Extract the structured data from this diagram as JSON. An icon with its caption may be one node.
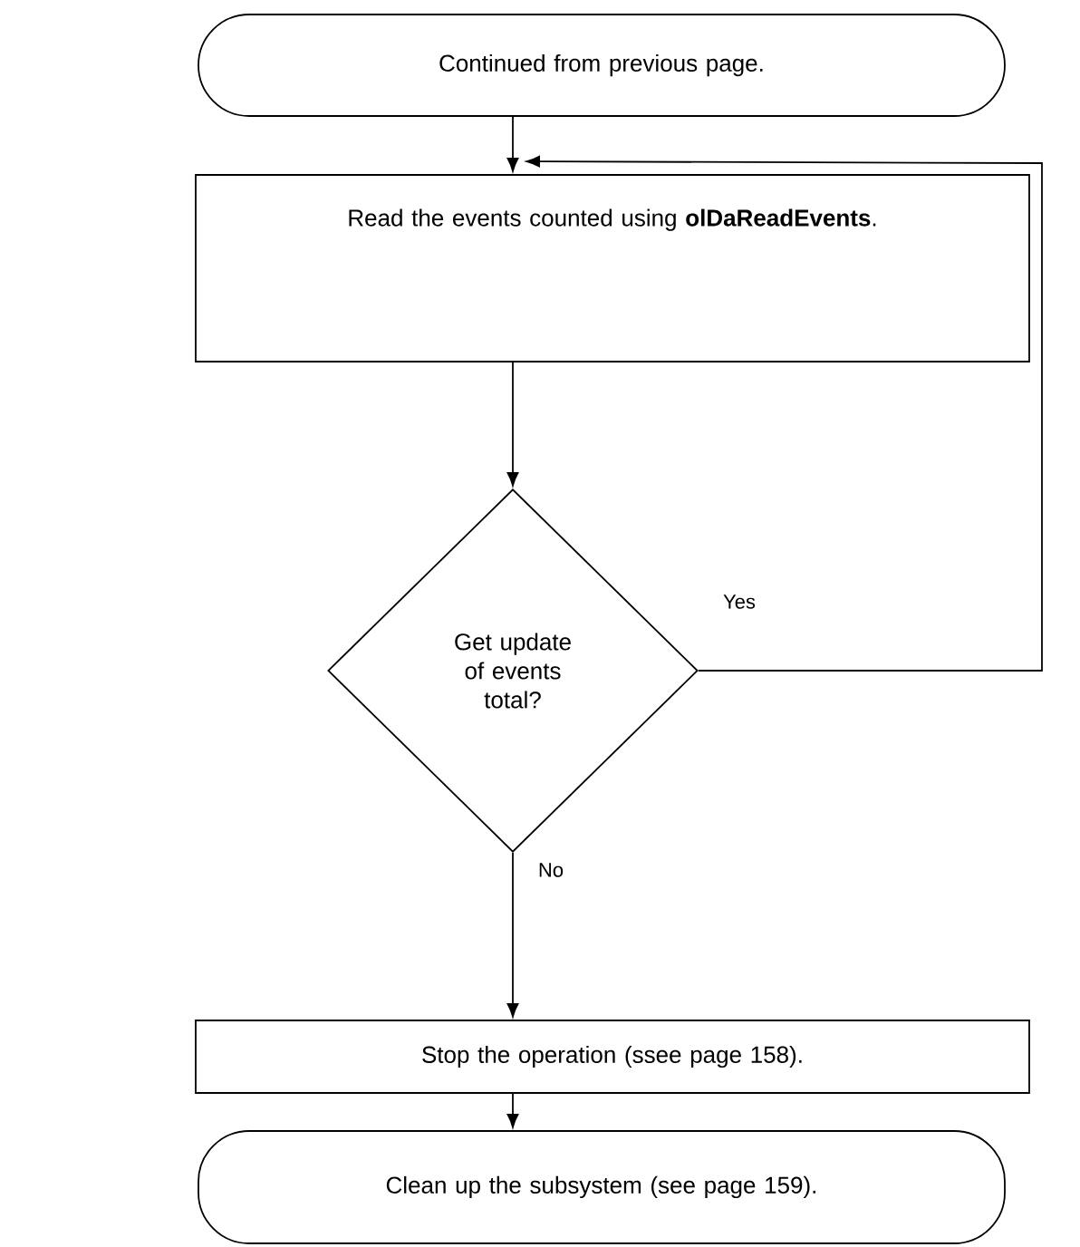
{
  "diagram": {
    "nodes": [
      {
        "text": [
          "Continued from previous page."
        ]
      },
      {
        "text": [
          "Read the events counted using **olDaReadEvents**."
        ]
      },
      {
        "text": [
          "Get update of events total?"
        ]
      },
      {
        "text": [
          "Stop the operation (ssee page 158)."
        ]
      },
      {
        "text": [
          "Clean up the subsystem (see page 159)."
        ]
      }
    ],
    "edges": [
      {
        "from": 0,
        "to": 1,
        "arrow": "to"
      },
      {
        "from": 1,
        "to": 2,
        "arrow": "to"
      },
      {
        "from": 2,
        "to": 1,
        "arrow": "to",
        "label": "Yes"
      },
      {
        "from": 2,
        "to": 3,
        "arrow": "to",
        "label": "No"
      },
      {
        "from": 3,
        "to": 4,
        "arrow": "to"
      }
    ]
  }
}
